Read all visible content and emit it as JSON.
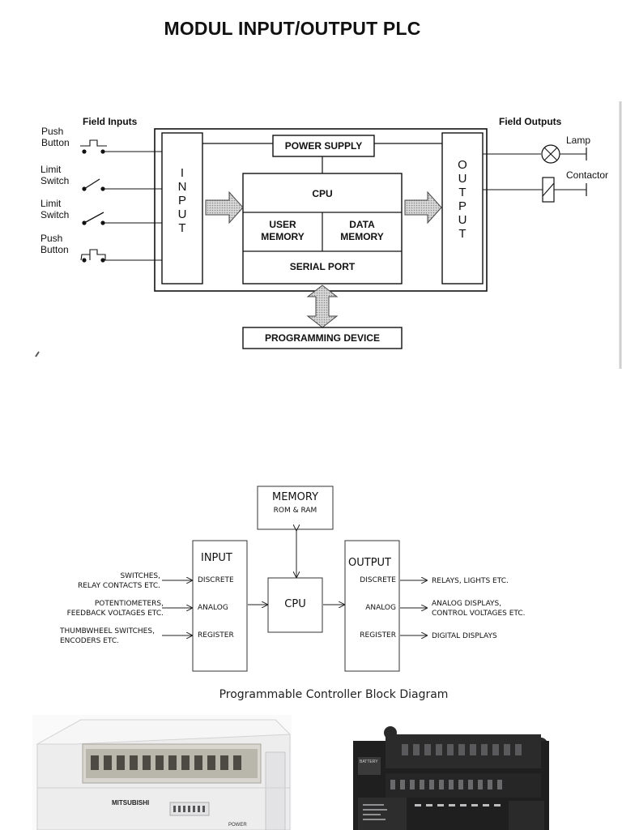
{
  "title": "MODUL INPUT/OUTPUT PLC",
  "diagram1": {
    "field_inputs_label": "Field Inputs",
    "field_outputs_label": "Field Outputs",
    "inputs": [
      {
        "line1": "Push",
        "line2": "Button"
      },
      {
        "line1": "Limit",
        "line2": "Switch"
      },
      {
        "line1": "Limit",
        "line2": "Switch"
      },
      {
        "line1": "Push",
        "line2": "Button"
      }
    ],
    "outputs": [
      "Lamp",
      "Contactor"
    ],
    "input_module_letters": [
      "I",
      "N",
      "P",
      "U",
      "T"
    ],
    "output_module_letters": [
      "O",
      "U",
      "T",
      "P",
      "U",
      "T"
    ],
    "power_supply": "POWER SUPPLY",
    "cpu": "CPU",
    "user_memory": {
      "line1": "USER",
      "line2": "MEMORY"
    },
    "data_memory": {
      "line1": "DATA",
      "line2": "MEMORY"
    },
    "serial_port": "SERIAL PORT",
    "programming_device": "PROGRAMMING DEVICE"
  },
  "diagram2": {
    "caption": "Programmable Controller Block Diagram",
    "memory": {
      "title": "MEMORY",
      "subtitle": "ROM & RAM"
    },
    "cpu": "CPU",
    "input_block": {
      "title": "INPUT",
      "rows": [
        "DISCRETE",
        "ANALOG",
        "REGISTER"
      ]
    },
    "output_block": {
      "title": "OUTPUT",
      "rows": [
        "DISCRETE",
        "ANALOG",
        "REGISTER"
      ]
    },
    "left_labels": [
      {
        "line1": "SWITCHES,",
        "line2": "RELAY CONTACTS ETC."
      },
      {
        "line1": "POTENTIOMETERS,",
        "line2": "FEEDBACK VOLTAGES ETC."
      },
      {
        "line1": "THUMBWHEEL SWITCHES,",
        "line2": "ENCODERS ETC."
      }
    ],
    "right_labels": [
      {
        "line1": "RELAYS, LIGHTS ETC.",
        "line2": ""
      },
      {
        "line1": "ANALOG DISPLAYS,",
        "line2": "CONTROL VOLTAGES ETC."
      },
      {
        "line1": "DIGITAL DISPLAYS",
        "line2": ""
      }
    ]
  },
  "photos": {
    "left_brand": "MITSUBISHI",
    "left_power_label": "POWER",
    "right_battery_label": "BATTERY"
  }
}
